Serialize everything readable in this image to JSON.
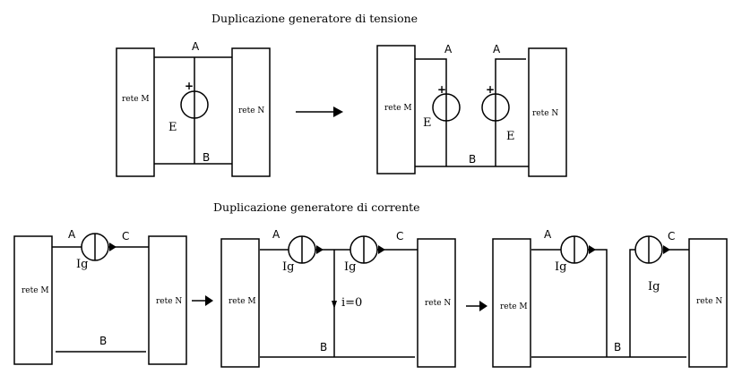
{
  "titles": {
    "voltage": "Duplicazione generatore di tensione",
    "current": "Duplicazione generatore di corrente"
  },
  "labels": {
    "network_m": "rete M",
    "network_n": "rete N",
    "node_a": "A",
    "node_b": "B",
    "node_c": "C",
    "voltage_source": "E",
    "current_source": "Ig",
    "plus": "+",
    "zero_current": "i=0"
  },
  "icons": {
    "transform_arrow": "right-arrow-icon",
    "voltage_source": "voltage-source-icon",
    "current_source": "current-source-icon"
  }
}
